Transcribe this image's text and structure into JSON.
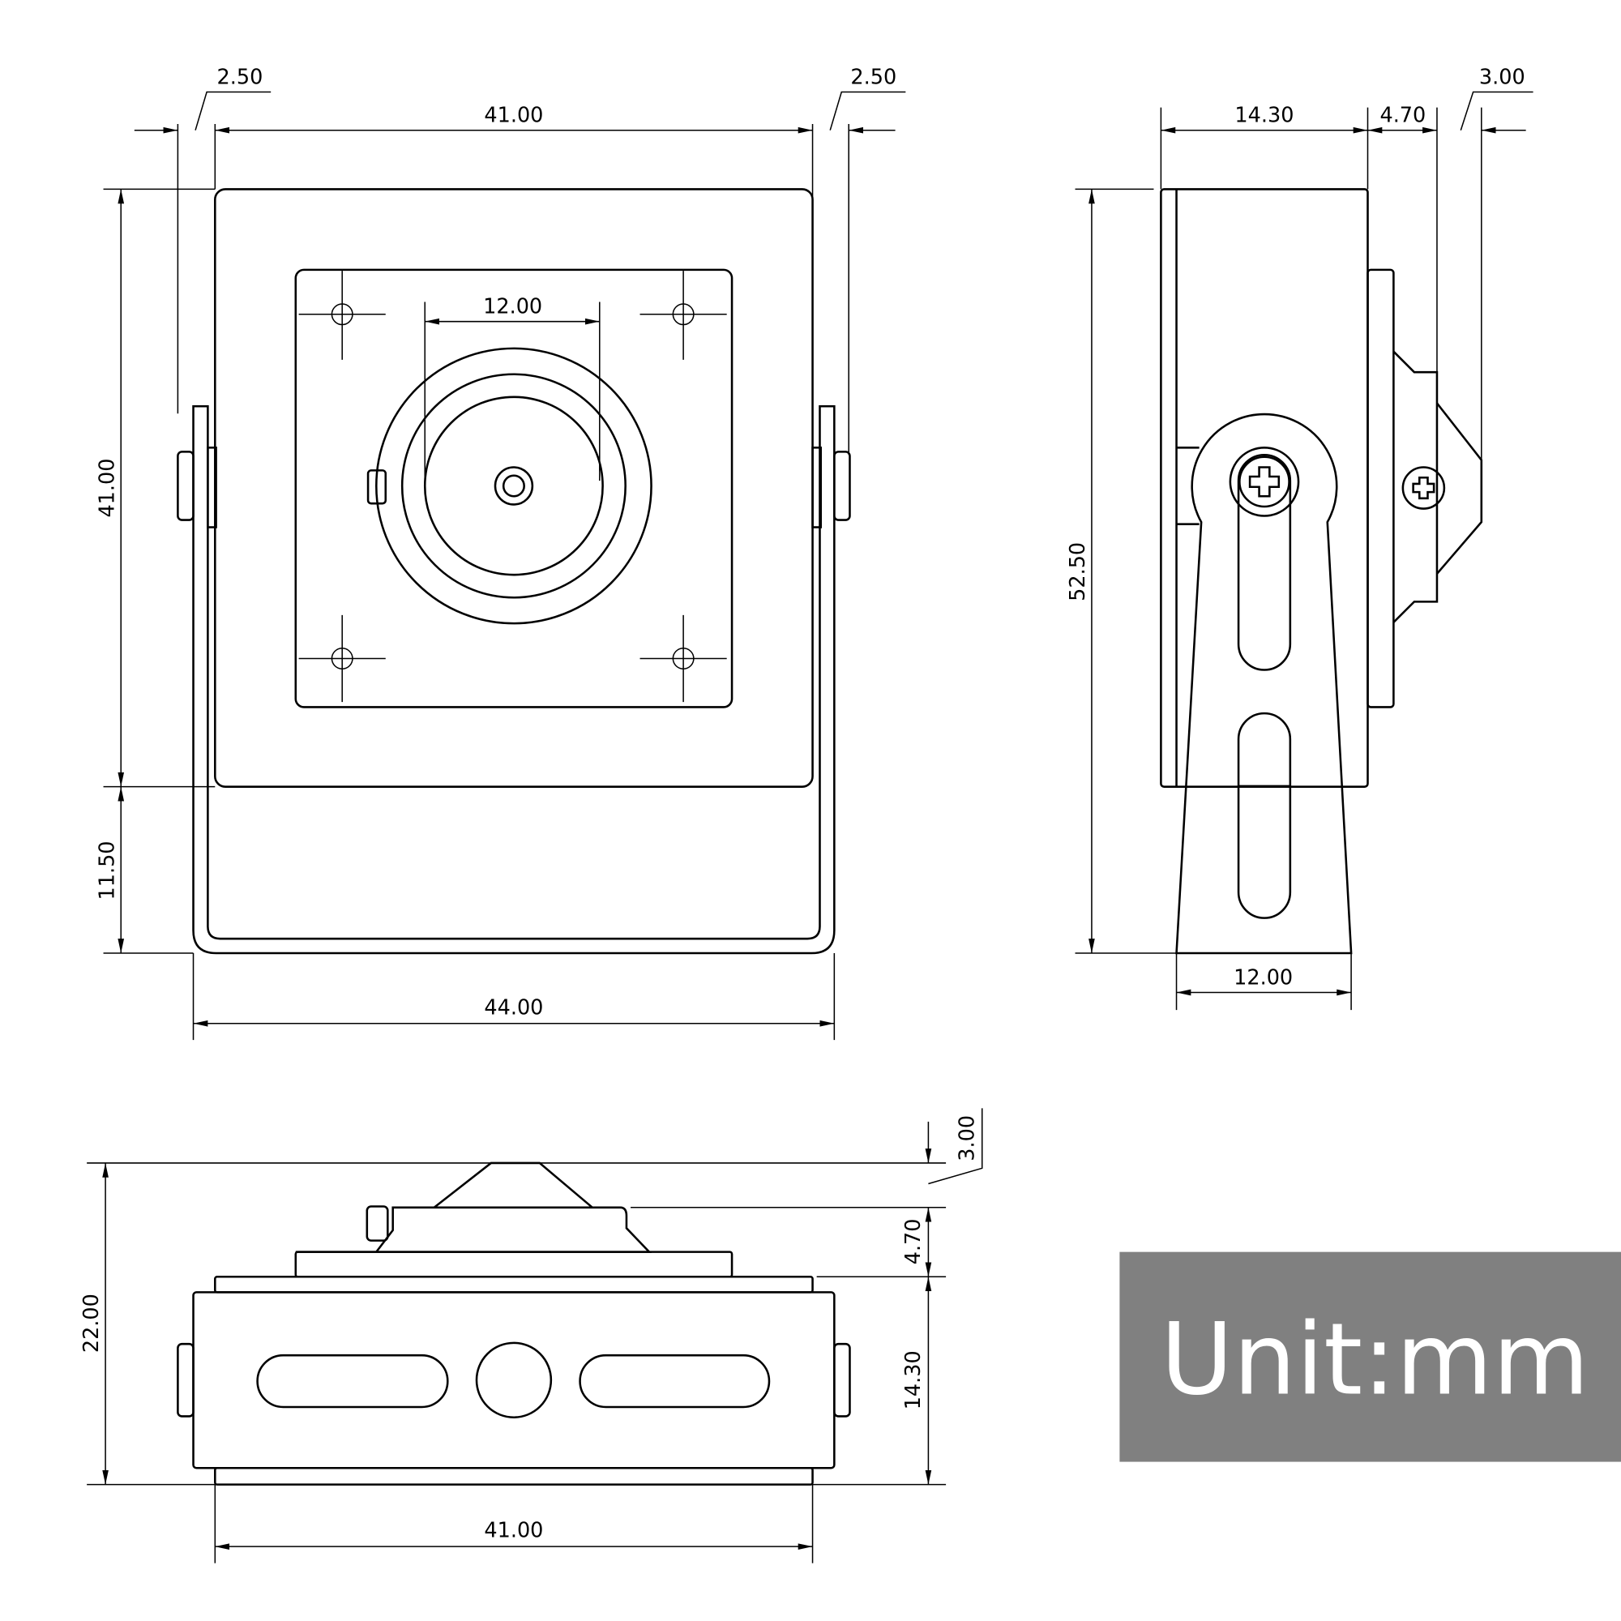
{
  "front_view": {
    "width_body": "41.00",
    "offset_left": "2.50",
    "offset_right": "2.50",
    "height_body": "41.00",
    "height_bracket": "11.50",
    "width_total": "44.00",
    "lens_diameter": "12.00"
  },
  "side_view": {
    "depth_body": "14.30",
    "depth_lens": "4.70",
    "depth_tip": "3.00",
    "height_total": "52.50",
    "bracket_width": "12.00"
  },
  "bottom_view": {
    "depth_tip": "3.00",
    "depth_lens": "4.70",
    "depth_body": "14.30",
    "height_total": "22.00",
    "width_body": "41.00"
  },
  "unit_label": "Unit:mm",
  "colors": {
    "unit_box": "#808080",
    "line": "#000000"
  }
}
